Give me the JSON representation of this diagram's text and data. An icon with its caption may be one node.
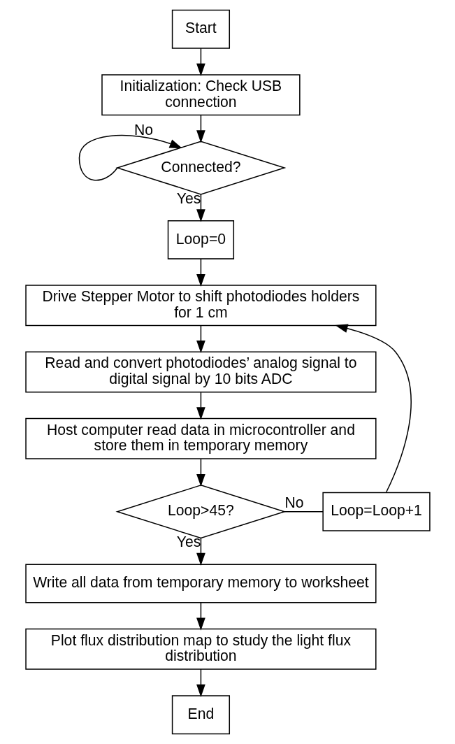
{
  "diagram": {
    "nodes": [
      {
        "text": [
          "Start"
        ]
      },
      {
        "text": [
          "Initialization: Check USB connection"
        ]
      },
      {
        "text": [
          "Connected?"
        ]
      },
      {
        "text": [
          "Loop=0"
        ]
      },
      {
        "text": [
          "Drive Stepper Motor to shift photodiodes holders for 1 cm"
        ]
      },
      {
        "text": [
          "Read and convert photodiodes’ analog signal to digital signal by 10 bits ADC"
        ]
      },
      {
        "text": [
          "Host computer read data in microcontroller and store them in temporary memory"
        ]
      },
      {
        "text": [
          "Loop>45?"
        ]
      },
      {
        "text": [
          "Loop=Loop+1"
        ]
      },
      {
        "text": [
          "Write all data from temporary memory to worksheet"
        ]
      },
      {
        "text": [
          "Plot flux distribution map to study the light flux distribution"
        ]
      },
      {
        "text": [
          "End"
        ]
      }
    ],
    "edges": [
      {
        "from": 0,
        "to": 1,
        "arrow": "to"
      },
      {
        "from": 1,
        "to": 2,
        "arrow": "to"
      },
      {
        "from": 2,
        "to": 2,
        "label": "No",
        "arrow": "to"
      },
      {
        "from": 2,
        "to": 3,
        "label": "Yes",
        "arrow": "to"
      },
      {
        "from": 3,
        "to": 4,
        "arrow": "to"
      },
      {
        "from": 4,
        "to": 5,
        "arrow": "to"
      },
      {
        "from": 5,
        "to": 6,
        "arrow": "to"
      },
      {
        "from": 6,
        "to": 7,
        "arrow": "to"
      },
      {
        "from": 7,
        "to": 8,
        "label": "No",
        "arrow": "none"
      },
      {
        "from": 8,
        "to": 4,
        "arrow": "to"
      },
      {
        "from": 7,
        "to": 9,
        "label": "Yes",
        "arrow": "to"
      },
      {
        "from": 9,
        "to": 10,
        "arrow": "to"
      },
      {
        "from": 10,
        "to": 11,
        "arrow": "to"
      }
    ]
  }
}
